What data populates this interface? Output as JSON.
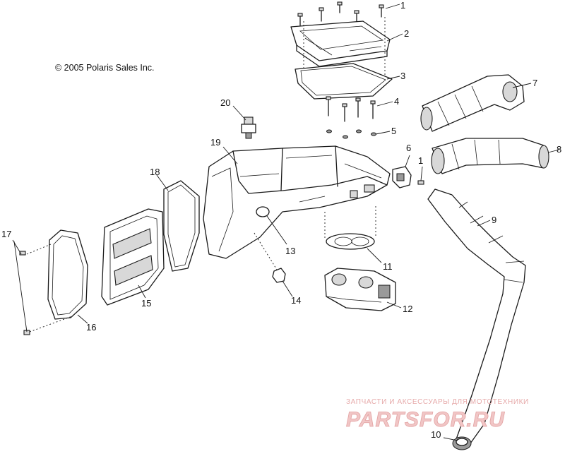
{
  "copyright": "© 2005 Polaris Sales Inc.",
  "watermark": {
    "tagline": "ЗАПЧАСТИ И АКСЕССУАРЫ ДЛЯ МОТОТЕХНИКИ",
    "brand": "PARTSFOR.RU"
  },
  "callouts": [
    "1",
    "2",
    "3",
    "4",
    "5",
    "6",
    "7",
    "8",
    "9",
    "10",
    "11",
    "12",
    "13",
    "14",
    "15",
    "16",
    "17",
    "18",
    "19",
    "20",
    "1"
  ]
}
